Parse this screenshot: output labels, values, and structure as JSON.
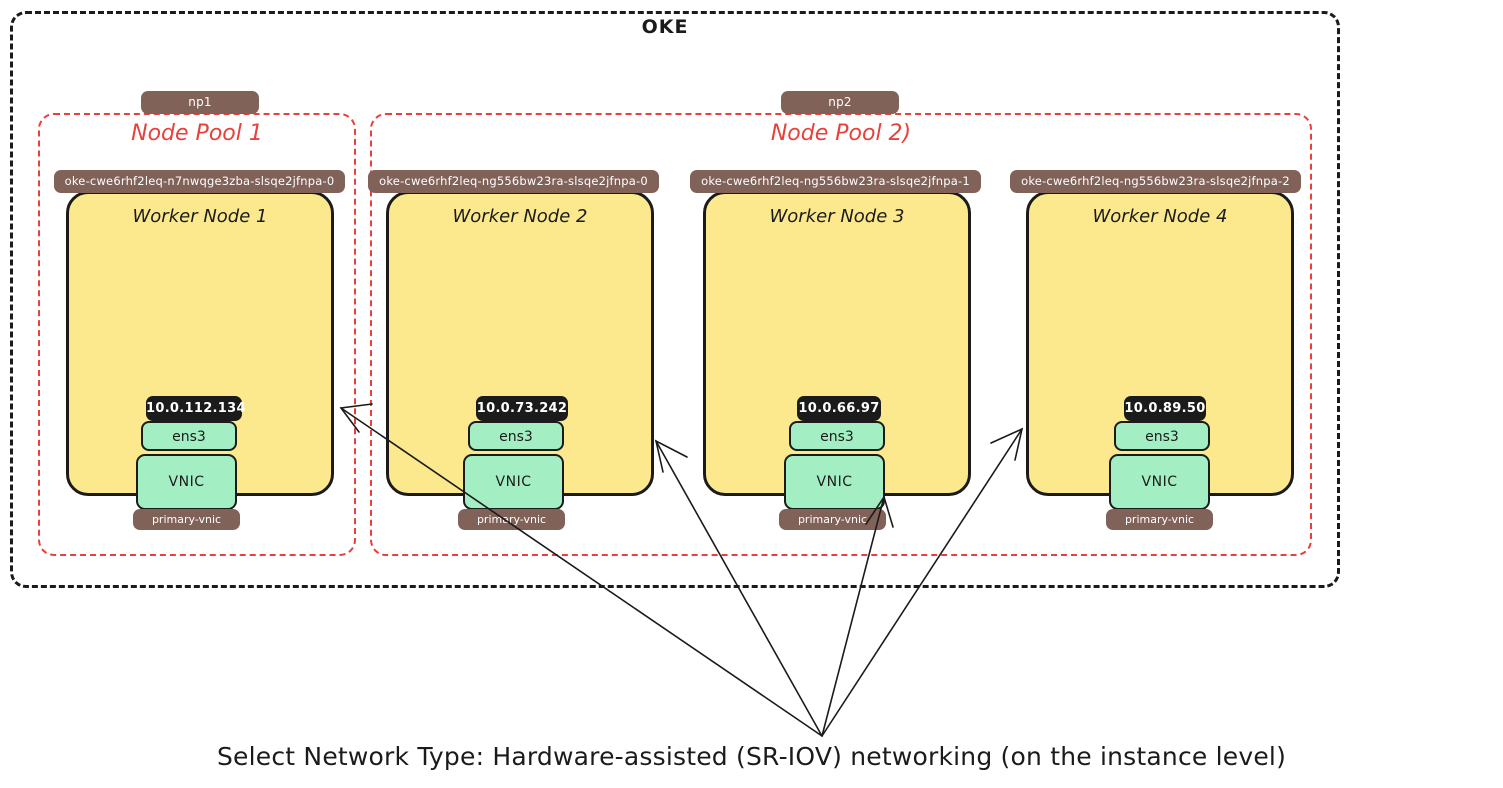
{
  "diagram": {
    "outer_container": {
      "title": "OKE"
    },
    "node_pools": [
      {
        "badge": "np1",
        "title": "Node Pool 1"
      },
      {
        "badge": "np2",
        "title": "Node Pool 2)"
      }
    ],
    "worker_nodes": [
      {
        "instance_name": "oke-cwe6rhf2leq-n7nwqge3zba-slsqe2jfnpa-0",
        "title": "Worker Node 1",
        "ip": "10.0.112.134",
        "interface": "ens3",
        "vnic": "VNIC",
        "vnic_label": "primary-vnic"
      },
      {
        "instance_name": "oke-cwe6rhf2leq-ng556bw23ra-slsqe2jfnpa-0",
        "title": "Worker Node 2",
        "ip": "10.0.73.242",
        "interface": "ens3",
        "vnic": "VNIC",
        "vnic_label": "primary-vnic"
      },
      {
        "instance_name": "oke-cwe6rhf2leq-ng556bw23ra-slsqe2jfnpa-1",
        "title": "Worker Node 3",
        "ip": "10.0.66.97",
        "interface": "ens3",
        "vnic": "VNIC",
        "vnic_label": "primary-vnic"
      },
      {
        "instance_name": "oke-cwe6rhf2leq-ng556bw23ra-slsqe2jfnpa-2",
        "title": "Worker Node 4",
        "ip": "10.0.89.50",
        "interface": "ens3",
        "vnic": "VNIC",
        "vnic_label": "primary-vnic"
      }
    ],
    "caption": "Select Network Type: Hardware-assisted (SR-IOV) networking (on the instance level)",
    "colors": {
      "node_fill": "#fce98e",
      "node_stroke": "#1b1b1b",
      "pool_border": "#e8413c",
      "pool_title": "#e8413c",
      "badge_bg": "#806259",
      "badge_text": "#ffffff",
      "ip_chip_bg": "#1b1b1b",
      "vnic_fill": "#a3efc3",
      "outer_border": "#1b1b1b",
      "arrow_stroke": "#1b1b1b"
    }
  }
}
